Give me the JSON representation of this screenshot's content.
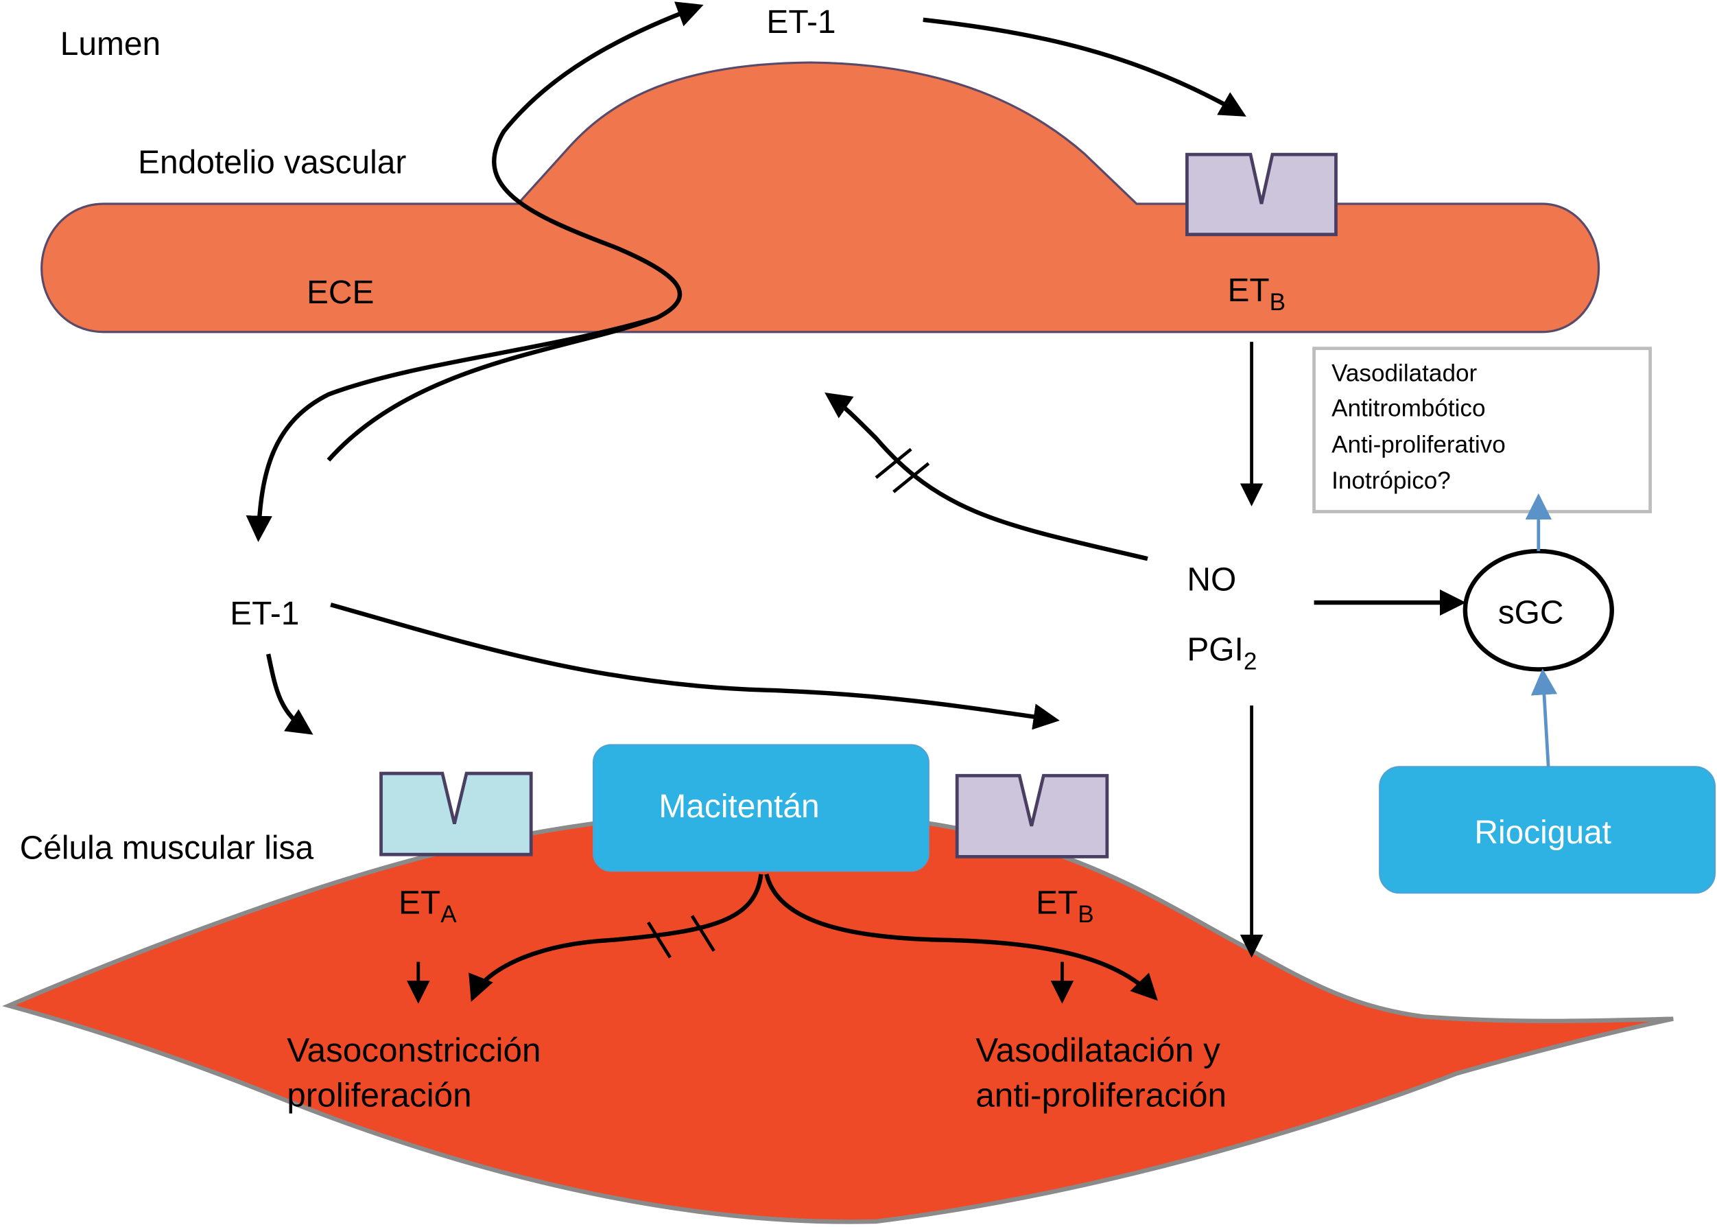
{
  "colors": {
    "endothelium": "#f0764d",
    "endothelium_stroke": "#5a4a6a",
    "smooth_muscle": "#ee4a27",
    "smooth_muscle_stroke": "#8a8a8a",
    "receptor_eta": "#b8e2e8",
    "receptor_etb": "#ccc5dc",
    "receptor_stroke": "#4a3f63",
    "drug_box": "#2eb2e4",
    "effects_box_border": "#bdbdbd",
    "blue_arrow": "#5b93c9"
  },
  "labels": {
    "lumen": "Lumen",
    "endothelium": "Endotelio vascular",
    "ece": "ECE",
    "et1_top": "ET-1",
    "etb_endothelial_main": "ET",
    "etb_endothelial_sub": "B",
    "et1_middle": "ET-1",
    "no": "NO",
    "pgi2_main": "PGI",
    "pgi2_sub": "2",
    "sgc": "sGC",
    "smooth_muscle": "Célula muscular lisa",
    "eta_main": "ET",
    "eta_sub": "A",
    "etb_muscle_main": "ET",
    "etb_muscle_sub": "B",
    "vasoconstriction_line1": "Vasoconstricción",
    "vasoconstriction_line2": "proliferación",
    "vasodilation_line1": "Vasodilatación y",
    "vasodilation_line2": "anti-proliferación"
  },
  "drugs": {
    "macitentan": "Macitentán",
    "riociguat": "Riociguat"
  },
  "effects_box": {
    "items": [
      "Vasodilatador",
      "Antitrombótico",
      "Anti-proliferativo",
      "Inotrópico?"
    ]
  }
}
